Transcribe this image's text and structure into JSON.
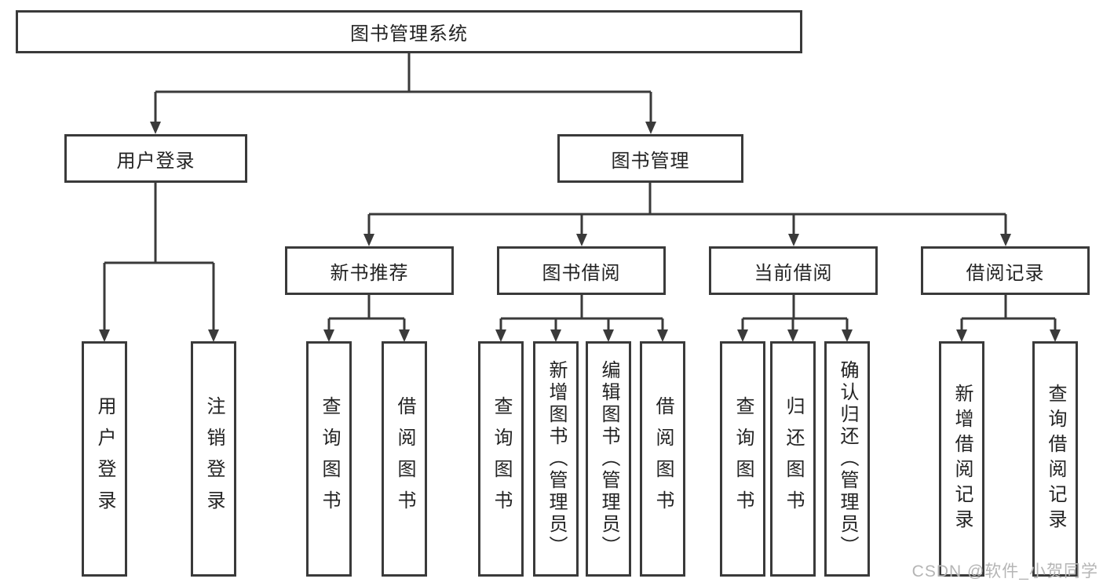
{
  "tree": {
    "root": "图书管理系统",
    "branches": [
      {
        "label": "用户登录",
        "children": [
          "用户登录",
          "注销登录"
        ]
      },
      {
        "label": "图书管理",
        "groups": [
          {
            "label": "新书推荐",
            "children": [
              "查询图书",
              "借阅图书"
            ]
          },
          {
            "label": "图书借阅",
            "children": [
              "查询图书",
              "新增图书（管理员）",
              "编辑图书（管理员）",
              "借阅图书"
            ]
          },
          {
            "label": "当前借阅",
            "children": [
              "查询图书",
              "归还图书",
              "确认归还（管理员）"
            ]
          },
          {
            "label": "借阅记录",
            "children": [
              "新增借阅记录",
              "查询借阅记录"
            ]
          }
        ]
      }
    ]
  },
  "watermark": {
    "text": "CSDN @软件_小贺同学"
  },
  "colors": {
    "line": "#3a3a3a",
    "text": "#232323",
    "background": "#ffffff",
    "watermark": "#b5b5b5"
  }
}
